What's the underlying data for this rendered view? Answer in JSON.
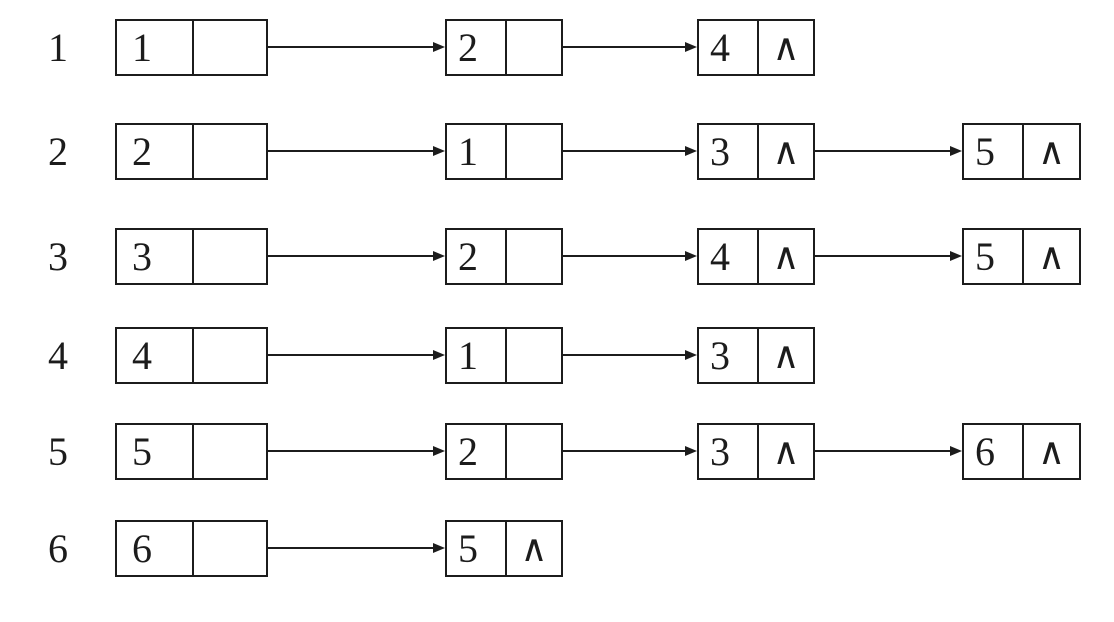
{
  "diagram": {
    "type": "adjacency-list-linked-lists",
    "null_symbol": "∧",
    "colors": {
      "ink": "#1c1c1c",
      "background": "#ffffff"
    }
  },
  "rows": [
    {
      "label": "1",
      "nodes": [
        {
          "value": "1",
          "pointer": ""
        },
        {
          "value": "2",
          "pointer": ""
        },
        {
          "value": "4",
          "pointer": "∧"
        }
      ]
    },
    {
      "label": "2",
      "nodes": [
        {
          "value": "2",
          "pointer": ""
        },
        {
          "value": "1",
          "pointer": ""
        },
        {
          "value": "3",
          "pointer": "∧"
        },
        {
          "value": "5",
          "pointer": "∧"
        }
      ]
    },
    {
      "label": "3",
      "nodes": [
        {
          "value": "3",
          "pointer": ""
        },
        {
          "value": "2",
          "pointer": ""
        },
        {
          "value": "4",
          "pointer": "∧"
        },
        {
          "value": "5",
          "pointer": "∧"
        }
      ]
    },
    {
      "label": "4",
      "nodes": [
        {
          "value": "4",
          "pointer": ""
        },
        {
          "value": "1",
          "pointer": ""
        },
        {
          "value": "3",
          "pointer": "∧"
        }
      ]
    },
    {
      "label": "5",
      "nodes": [
        {
          "value": "5",
          "pointer": ""
        },
        {
          "value": "2",
          "pointer": ""
        },
        {
          "value": "3",
          "pointer": "∧"
        },
        {
          "value": "6",
          "pointer": "∧"
        }
      ]
    },
    {
      "label": "6",
      "nodes": [
        {
          "value": "6",
          "pointer": ""
        },
        {
          "value": "5",
          "pointer": "∧"
        }
      ]
    }
  ]
}
